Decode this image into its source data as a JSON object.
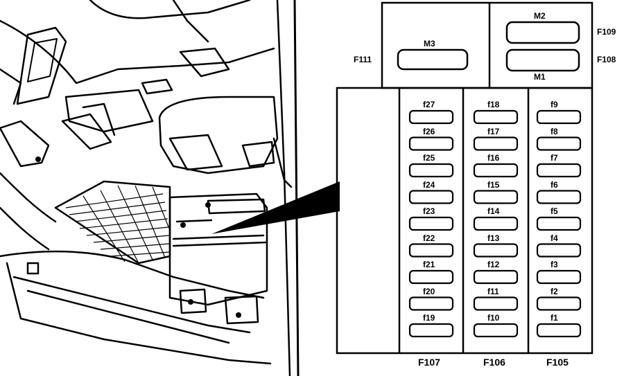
{
  "relays": {
    "m3": "M3",
    "m2": "M2",
    "m1": "M1"
  },
  "side_labels": {
    "f111": "F111",
    "f109": "F109",
    "f108": "F108"
  },
  "columns": {
    "left": [
      "f27",
      "f26",
      "f25",
      "f24",
      "f23",
      "f22",
      "f21",
      "f20",
      "f19"
    ],
    "middle": [
      "f18",
      "f17",
      "f16",
      "f15",
      "f14",
      "f13",
      "f12",
      "f11",
      "f10"
    ],
    "right": [
      "f9",
      "f8",
      "f7",
      "f6",
      "f5",
      "f4",
      "f3",
      "f2",
      "f1"
    ]
  },
  "bottom_labels": {
    "left": "F107",
    "middle": "F106",
    "right": "F105"
  }
}
